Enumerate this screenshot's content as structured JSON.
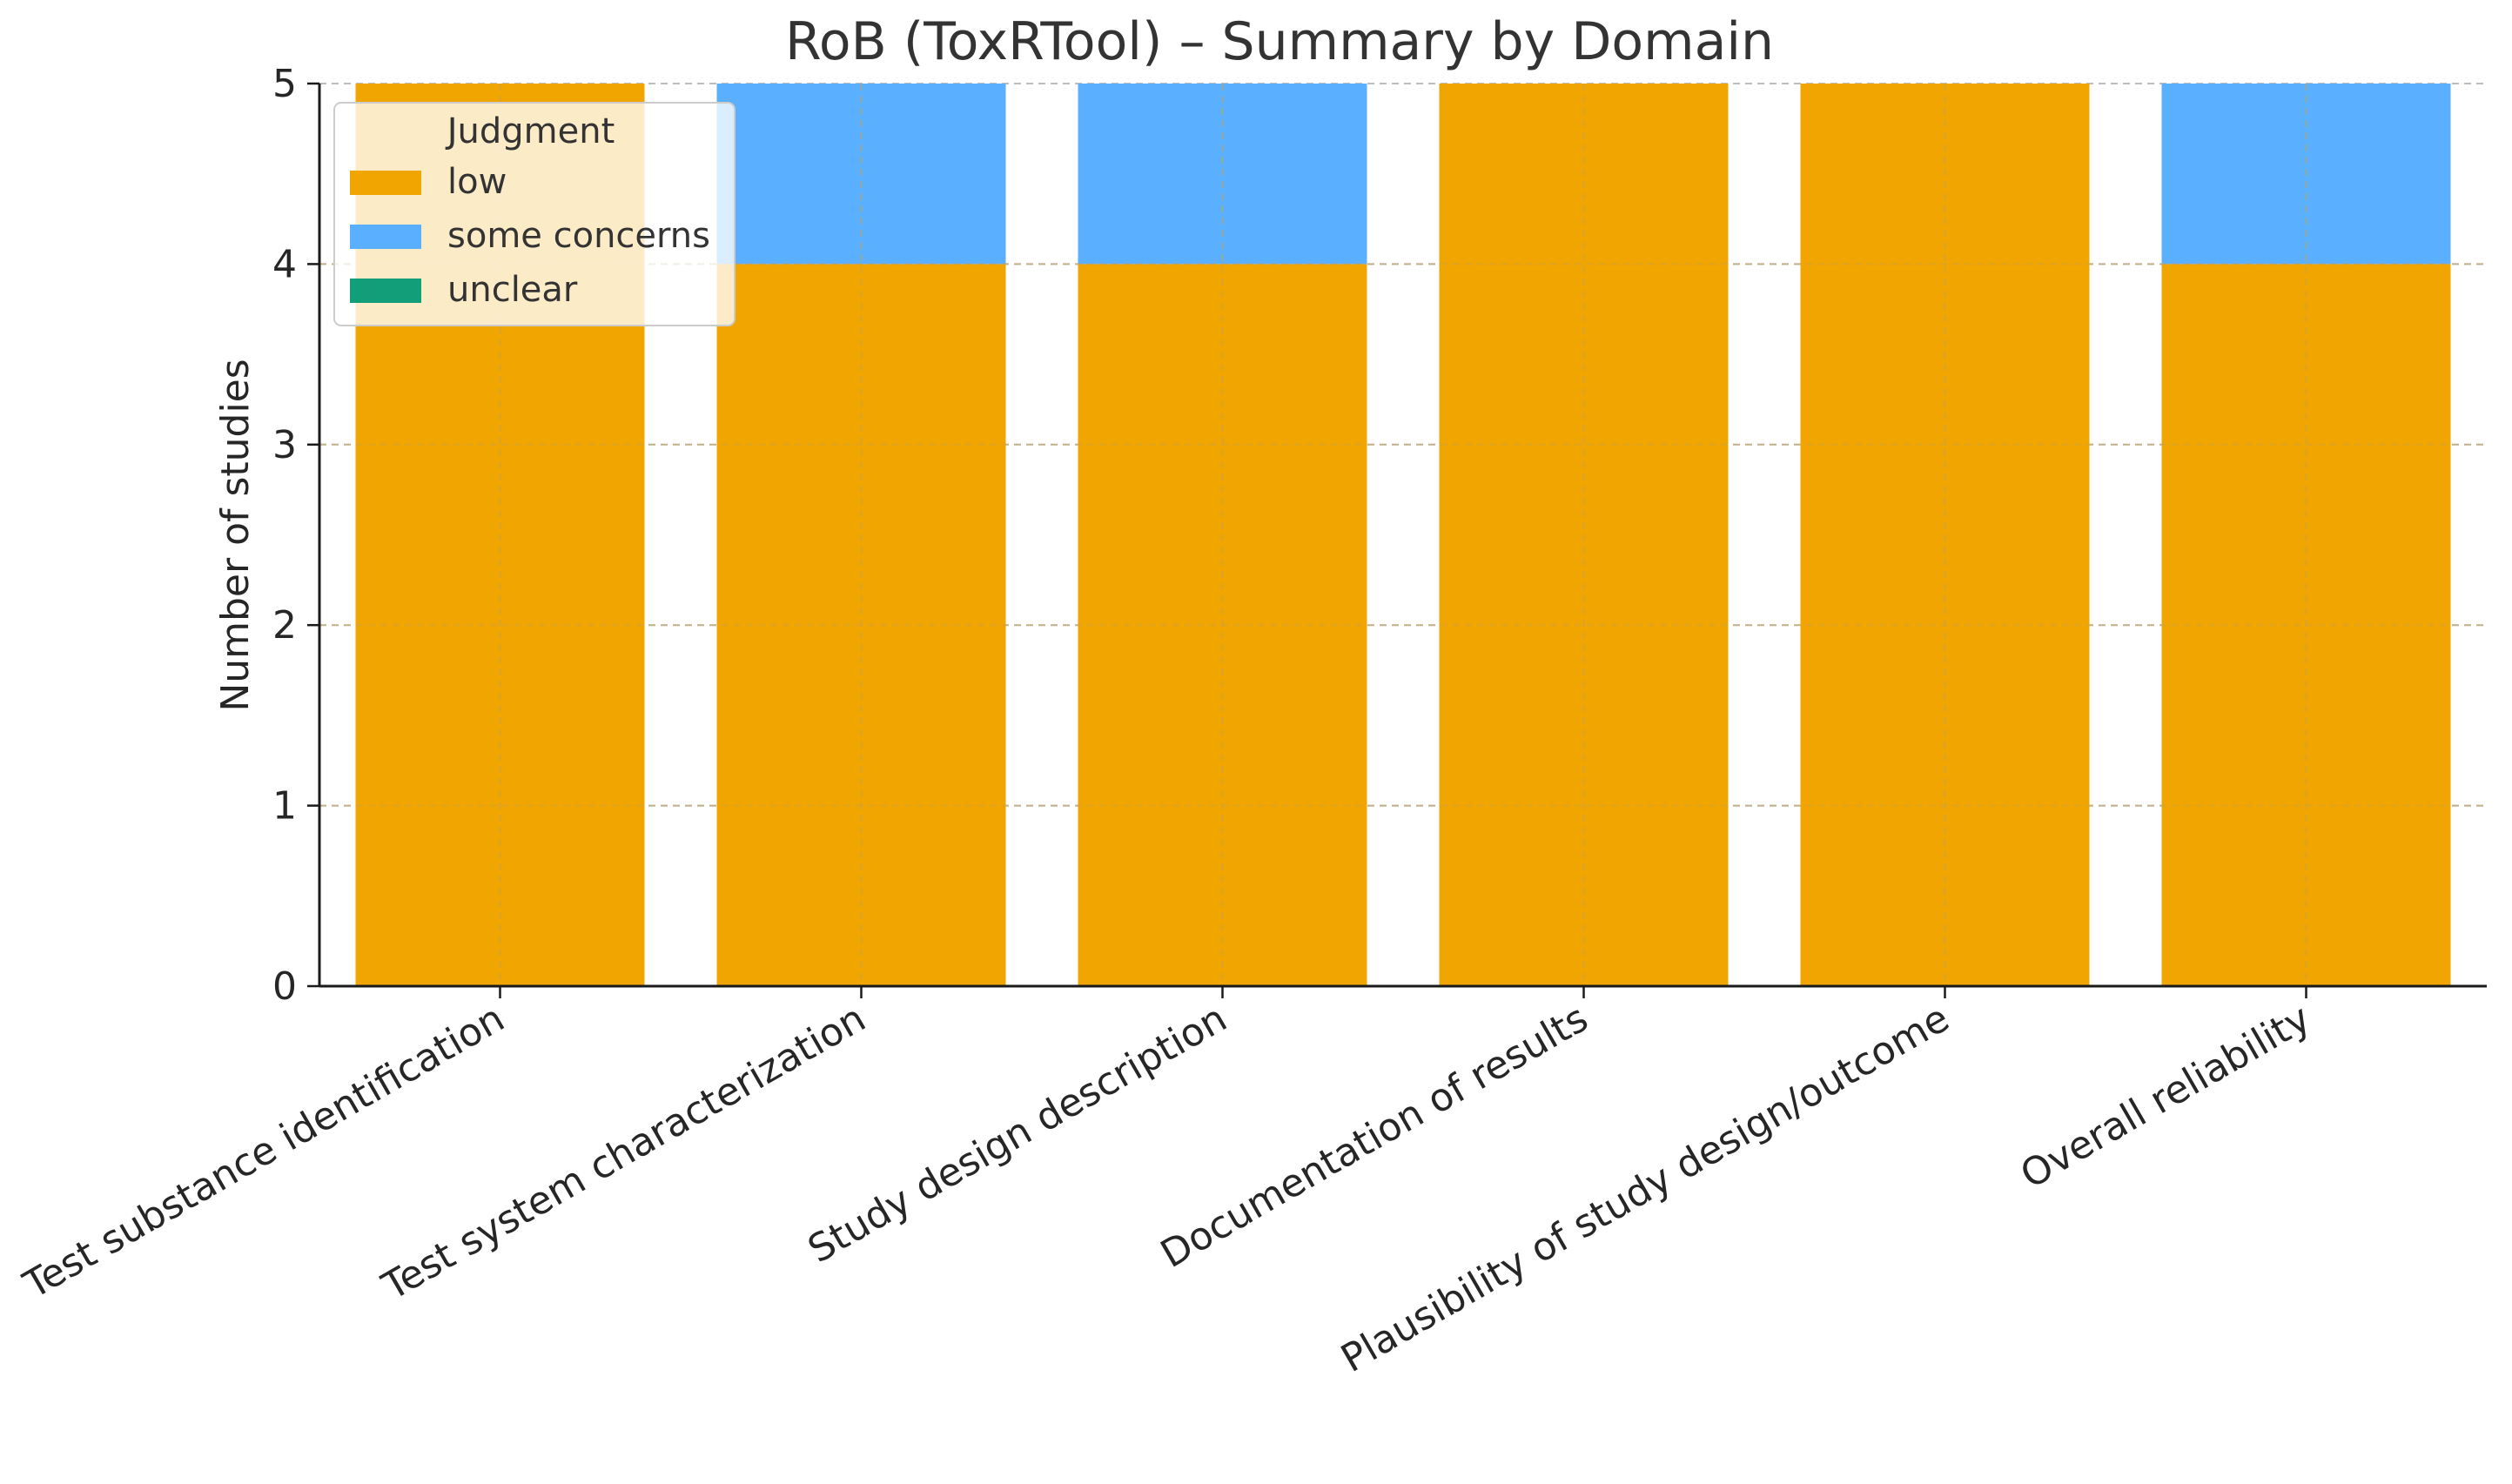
{
  "chart_data": {
    "type": "bar",
    "stacked": true,
    "title": "RoB (ToxRTool) – Summary by Domain",
    "xlabel": "",
    "ylabel": "Number of studies",
    "ylim": [
      0,
      5
    ],
    "yticks": [
      0,
      1,
      2,
      3,
      4,
      5
    ],
    "grid": true,
    "legend": {
      "title": "Judgment",
      "placement": "top-left"
    },
    "categories": [
      "Test substance identification",
      "Test system characterization",
      "Study design description",
      "Documentation of results",
      "Plausibility of study design/outcome",
      "Overall reliability"
    ],
    "series": [
      {
        "name": "low",
        "color": "#F0A500",
        "values": [
          5,
          4,
          4,
          5,
          5,
          4
        ]
      },
      {
        "name": "some concerns",
        "color": "#5AB0FF",
        "values": [
          0,
          1,
          1,
          0,
          0,
          1
        ]
      },
      {
        "name": "unclear",
        "color": "#139E7A",
        "values": [
          0,
          0,
          0,
          0,
          0,
          0
        ]
      }
    ]
  }
}
